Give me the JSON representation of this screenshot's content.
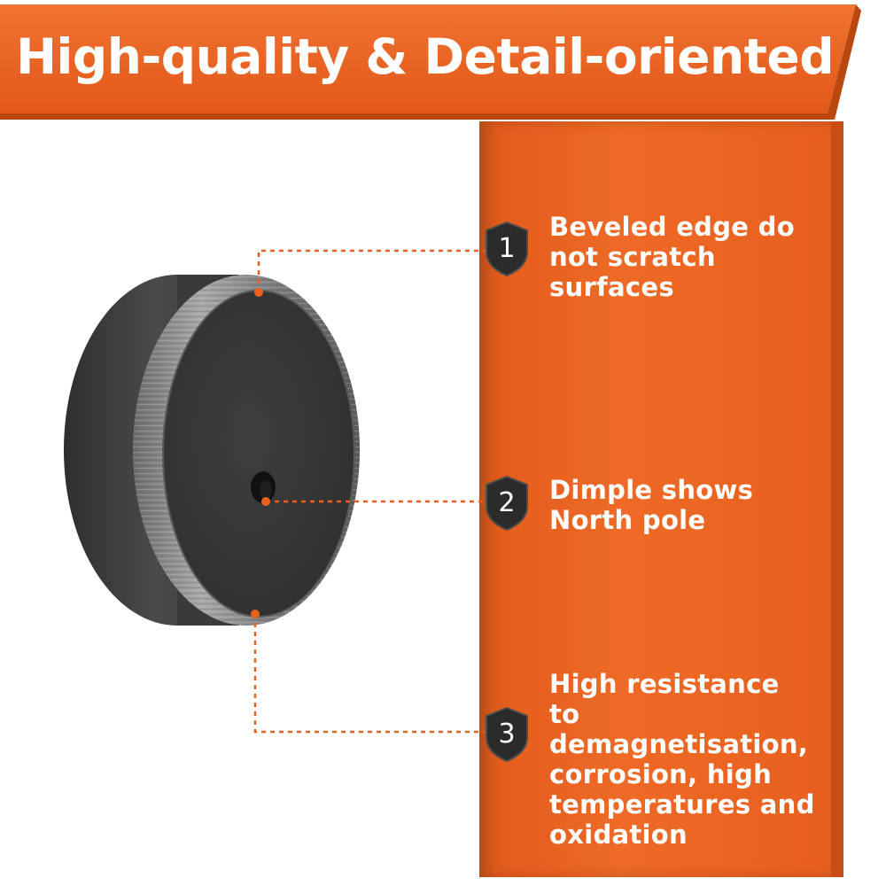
{
  "header": {
    "title": "High-quality & Detail-oriented",
    "color": "#e9601f"
  },
  "features": [
    {
      "number": "1",
      "text": "Beveled edge do\nnot scratch\nsurfaces",
      "icon": "shield-icon"
    },
    {
      "number": "2",
      "text": "Dimple shows\nNorth pole",
      "icon": "shield-icon"
    },
    {
      "number": "3",
      "text": "High resistance to\ndemagnetisation,\ncorrosion, high\ntemperatures and\noxidation",
      "icon": "shield-icon"
    }
  ],
  "colors": {
    "accent": "#e9601f",
    "leader_line": "#e9601f",
    "shield": "#2b2b2b",
    "text_on_accent": "#ffffff"
  }
}
